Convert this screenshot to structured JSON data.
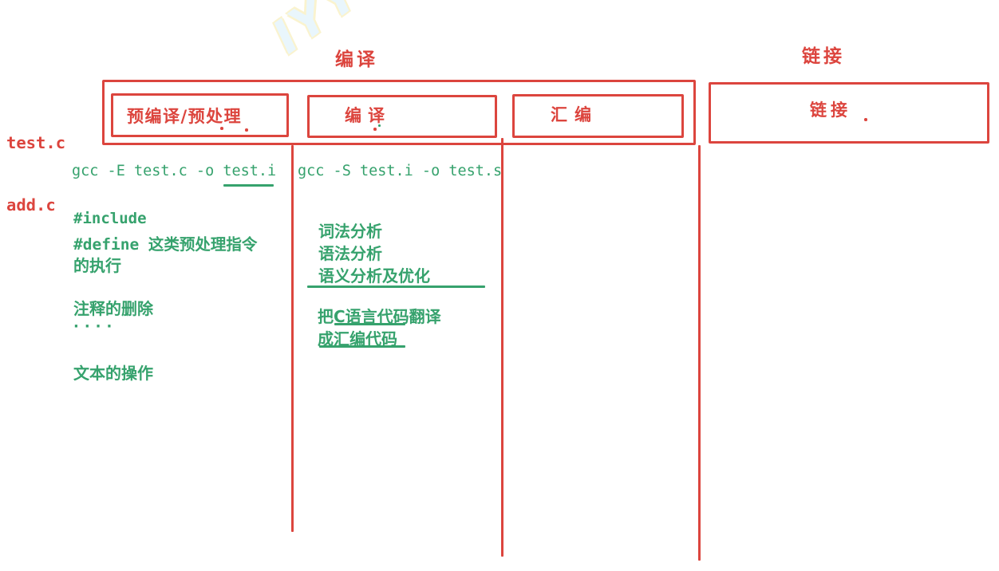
{
  "colors": {
    "red": "#dc453e",
    "green": "#36a26d"
  },
  "watermark": "IYY",
  "sections": {
    "compile_title": "编译",
    "link_title": "链接"
  },
  "inputs": {
    "files": [
      "test.c",
      "add.c"
    ]
  },
  "stages": [
    {
      "label": "预编译/预处理"
    },
    {
      "label": "编译"
    },
    {
      "label": "汇编"
    },
    {
      "label": "链接"
    }
  ],
  "preprocess_column": {
    "command": "gcc -E test.c -o test.i",
    "command_output_file": "test.i",
    "notes": [
      "#include",
      "#define 这类预处理指令",
      "的执行",
      "注释的删除",
      "····",
      "文本的操作"
    ]
  },
  "compile_column": {
    "command": "gcc -S test.i -o test.s",
    "command_output_file": "test.s",
    "analysis_steps": [
      "词法分析",
      "语法分析",
      "语义分析及优化"
    ],
    "summary_lines": [
      "把C语言代码翻译",
      "成汇编代码"
    ],
    "summary_highlight": "汇编代码"
  }
}
